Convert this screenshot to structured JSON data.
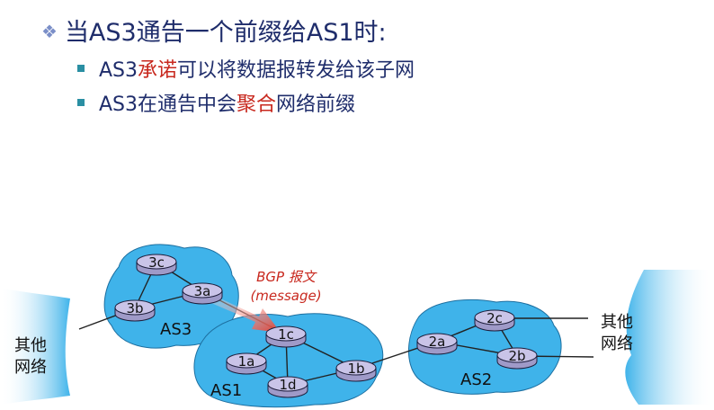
{
  "title": {
    "text": "当AS3通告一个前缀给AS1时:"
  },
  "bullets": [
    {
      "before": "AS3",
      "highlight": "承诺",
      "after": "可以将数据报转发给该子网"
    },
    {
      "before": "AS3在通告中会",
      "highlight": "聚合",
      "after": "网络前缀"
    }
  ],
  "diagram": {
    "as_labels": {
      "as3": "AS3",
      "as1": "AS1",
      "as2": "AS2"
    },
    "routers": {
      "r3c": "3c",
      "r3b": "3b",
      "r3a": "3a",
      "r1c": "1c",
      "r1a": "1a",
      "r1b": "1b",
      "r1d": "1d",
      "r2c": "2c",
      "r2a": "2a",
      "r2b": "2b"
    },
    "bgp_message": {
      "line1": "BGP 报文",
      "line2": "(message)"
    },
    "other_net_left": {
      "line1": "其他",
      "line2": "网络"
    },
    "other_net_right": {
      "line1": "其他",
      "line2": "网络"
    },
    "colors": {
      "as_fill": "#3fb3ea",
      "router_fill": "#c9c4e8",
      "title": "#1f2d6b",
      "highlight": "#c8281e",
      "bgp_label": "#c8281e"
    }
  }
}
